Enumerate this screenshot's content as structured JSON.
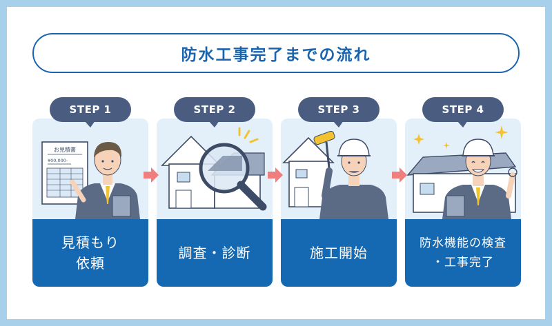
{
  "title": "防水工事完了までの流れ",
  "colors": {
    "border": "#a9d0ea",
    "accent": "#1a63ad",
    "card_bg": "#e3eff9",
    "label_bg": "#1569b3",
    "bubble": "#4a5d80",
    "arrow": "#f07e7e"
  },
  "steps": [
    {
      "badge": "STEP 1",
      "label": "見積もり\n依頼",
      "illustration": "worker-with-estimate-document",
      "doc_title": "お見積書",
      "doc_amount": "¥00,000-"
    },
    {
      "badge": "STEP 2",
      "label": "調査・診断",
      "illustration": "house-with-magnifying-glass"
    },
    {
      "badge": "STEP 3",
      "label": "施工開始",
      "illustration": "house-and-worker-with-paint-roller"
    },
    {
      "badge": "STEP 4",
      "label": "防水機能の検査\n・工事完了",
      "illustration": "worker-ok-sign-with-house"
    }
  ]
}
